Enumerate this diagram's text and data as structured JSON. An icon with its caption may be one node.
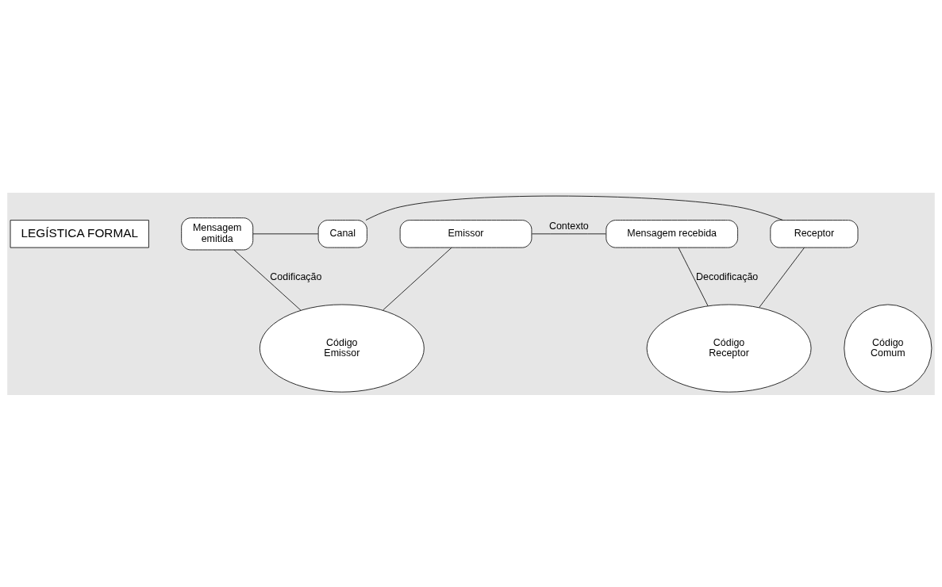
{
  "diagram": {
    "nodes": [
      {
        "text": [
          "LEGÍSTICA FORMAL"
        ]
      },
      {
        "text": [
          "Emissor"
        ]
      },
      {
        "text": [
          "Mensagem recebida"
        ]
      },
      {
        "text": [
          "Mensagem emitida"
        ]
      },
      {
        "text": [
          "Canal"
        ]
      },
      {
        "text": [
          "Receptor"
        ]
      },
      {
        "text": [
          "Código Emissor"
        ]
      },
      {
        "text": [
          "Código Comum"
        ]
      },
      {
        "text": [
          "Código Receptor"
        ]
      }
    ],
    "edges": [
      {
        "from": 1,
        "to": 2,
        "arrow": "none",
        "label": "Contexto"
      },
      {
        "from": 3,
        "to": 4,
        "arrow": "none"
      },
      {
        "from": 4,
        "to": 5,
        "arrow": "none"
      },
      {
        "from": 1,
        "to": 6,
        "arrow": "none"
      },
      {
        "from": 3,
        "to": 6,
        "arrow": "none",
        "label": "Codificação"
      },
      {
        "from": 5,
        "to": 8,
        "arrow": "none"
      },
      {
        "from": 2,
        "to": 8,
        "arrow": "none",
        "label": "Decodificação"
      }
    ]
  }
}
